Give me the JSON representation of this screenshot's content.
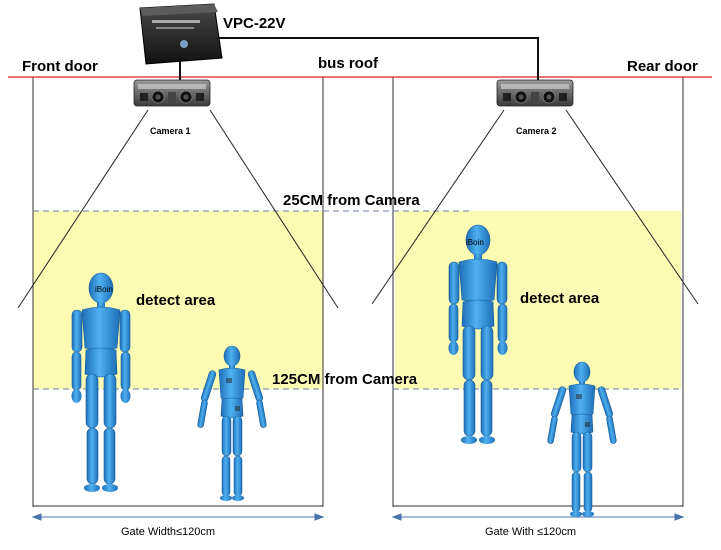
{
  "labels": {
    "front_door": "Front door",
    "rear_door": "Rear door",
    "bus_roof": "bus roof",
    "controller": "VPC-22V",
    "camera1": "Camera 1",
    "camera2": "Camera 2",
    "distance_near": "25CM from Camera",
    "distance_far": "125CM from Camera",
    "detect_area": "detect area",
    "gate_left": "Gate Width≤120cm",
    "gate_right": "Gate With ≤120cm",
    "figure_brand": "iBoin"
  },
  "colors": {
    "roof_line": "#e02020",
    "detect_fill": "#fbfbb4",
    "dashed_line": "#6a7fa8",
    "figure_blue": "#2f92dc",
    "dimension": "#4a74a8"
  },
  "icons": {
    "controller": "controller-box-icon",
    "camera": "camera-icon",
    "figure": "mannequin-figure-icon"
  }
}
